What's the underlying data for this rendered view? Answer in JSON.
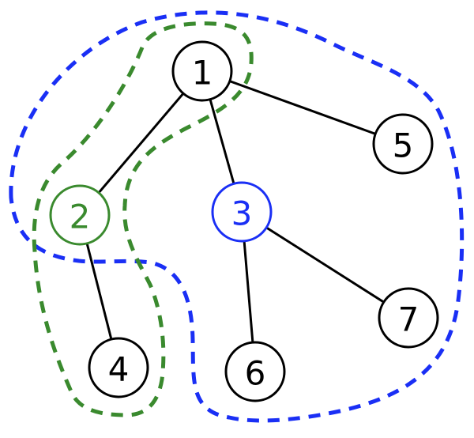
{
  "diagram": {
    "type": "tree",
    "colors": {
      "default": "#000000",
      "green": "#3a8a2e",
      "blue": "#1a2ff5"
    },
    "nodes": [
      {
        "id": "1",
        "label": "1",
        "color": "default"
      },
      {
        "id": "2",
        "label": "2",
        "color": "green"
      },
      {
        "id": "3",
        "label": "3",
        "color": "blue"
      },
      {
        "id": "4",
        "label": "4",
        "color": "default"
      },
      {
        "id": "5",
        "label": "5",
        "color": "default"
      },
      {
        "id": "6",
        "label": "6",
        "color": "default"
      },
      {
        "id": "7",
        "label": "7",
        "color": "default"
      }
    ],
    "edges": [
      {
        "from": "1",
        "to": "2"
      },
      {
        "from": "1",
        "to": "3"
      },
      {
        "from": "1",
        "to": "5"
      },
      {
        "from": "2",
        "to": "4"
      },
      {
        "from": "3",
        "to": "6"
      },
      {
        "from": "3",
        "to": "7"
      }
    ],
    "regions": [
      {
        "name": "green-region",
        "color": "green",
        "style": "dashed",
        "encloses": [
          "1",
          "2",
          "4"
        ]
      },
      {
        "name": "blue-region",
        "color": "blue",
        "style": "dashed",
        "encloses": [
          "1",
          "2",
          "3",
          "5",
          "6",
          "7"
        ]
      }
    ]
  }
}
